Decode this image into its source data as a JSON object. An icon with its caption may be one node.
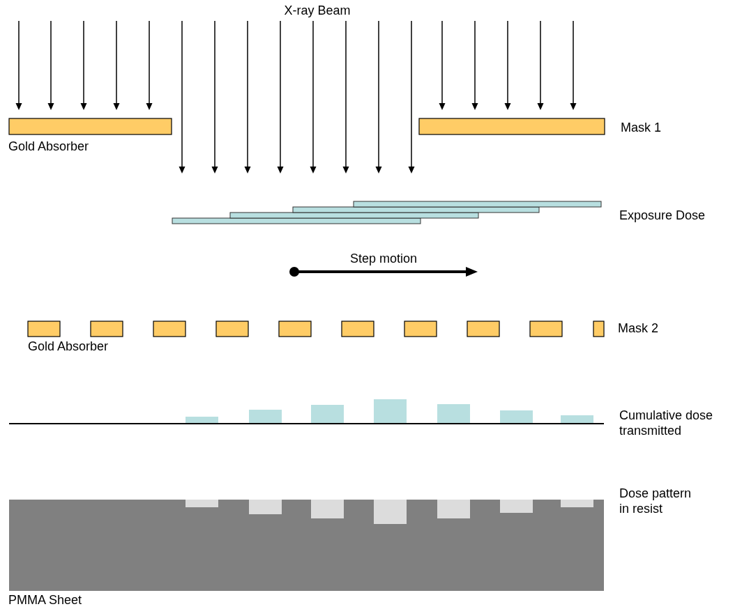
{
  "diagram": {
    "labels": [
      "X-ray Beam",
      "Mask 1",
      "Gold Absorber",
      "Exposure Dose",
      "Step motion",
      "Mask 2",
      "Gold Absorber",
      "Cumulative dose transmitted",
      "Dose pattern in resist",
      "PMMA Sheet"
    ]
  }
}
